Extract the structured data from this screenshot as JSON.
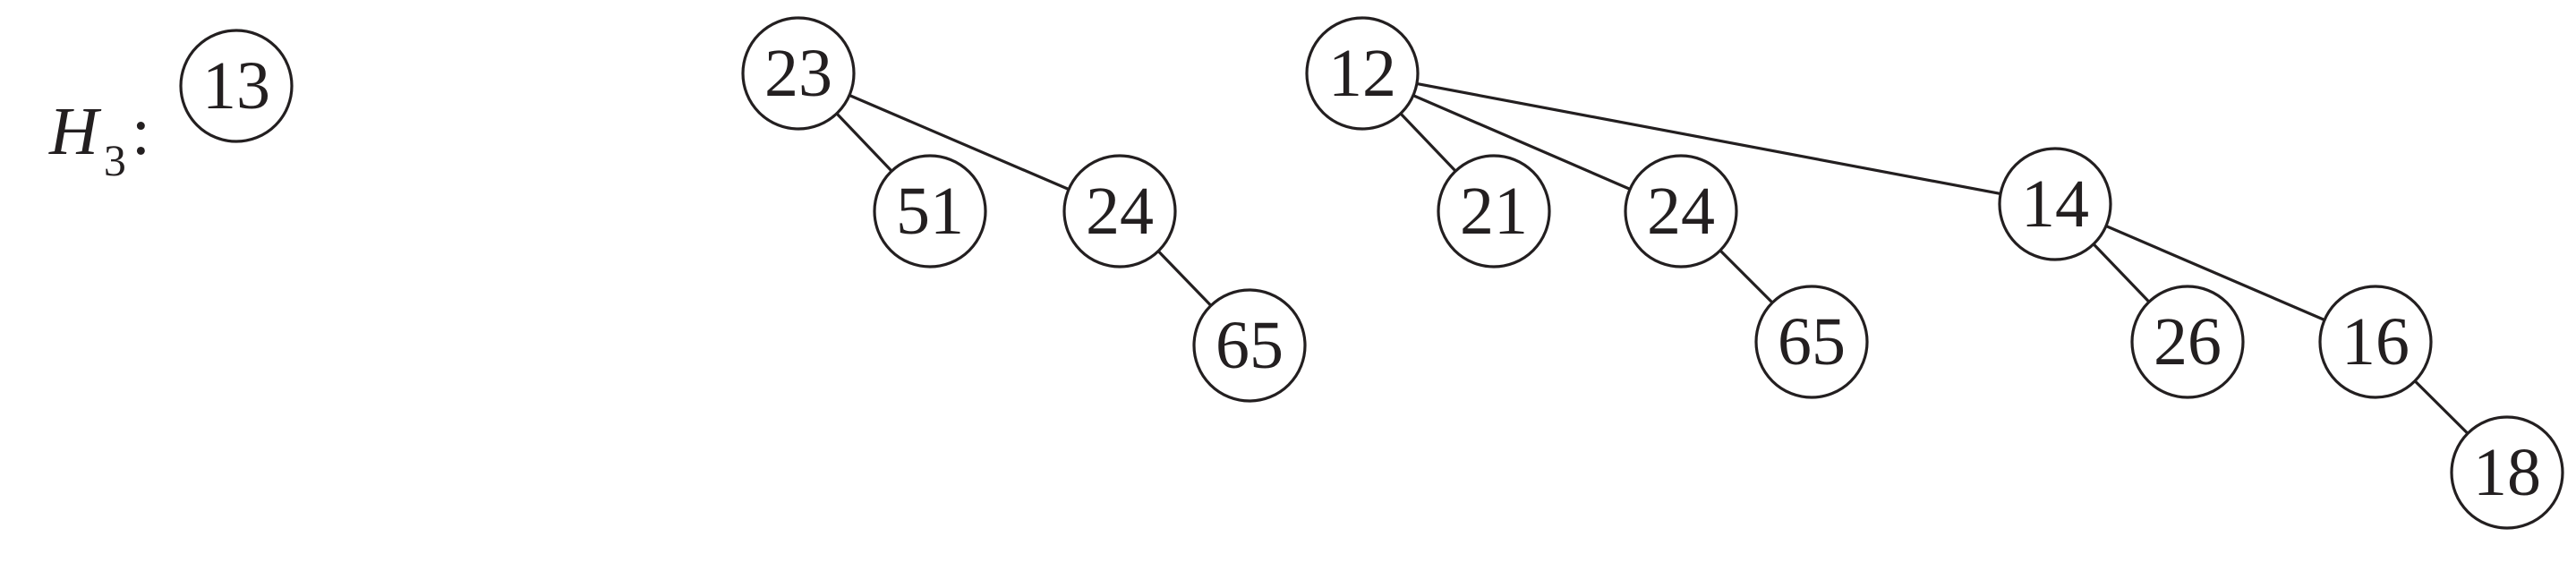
{
  "heap_label": {
    "name": "H",
    "subscript": "3",
    "suffix": ":"
  },
  "colors": {
    "ink": "#231f20",
    "background": "#ffffff"
  },
  "trees": [
    {
      "nodes": [
        {
          "id": "a13",
          "key": "13"
        }
      ],
      "edges": []
    },
    {
      "nodes": [
        {
          "id": "b23",
          "key": "23"
        },
        {
          "id": "b51",
          "key": "51"
        },
        {
          "id": "b24",
          "key": "24"
        },
        {
          "id": "b65",
          "key": "65"
        }
      ],
      "edges": [
        [
          "b23",
          "b51"
        ],
        [
          "b23",
          "b24"
        ],
        [
          "b24",
          "b65"
        ]
      ]
    },
    {
      "nodes": [
        {
          "id": "c12",
          "key": "12"
        },
        {
          "id": "c21",
          "key": "21"
        },
        {
          "id": "c24",
          "key": "24"
        },
        {
          "id": "c65",
          "key": "65"
        },
        {
          "id": "c14",
          "key": "14"
        },
        {
          "id": "c26",
          "key": "26"
        },
        {
          "id": "c16",
          "key": "16"
        },
        {
          "id": "c18",
          "key": "18"
        }
      ],
      "edges": [
        [
          "c12",
          "c21"
        ],
        [
          "c12",
          "c24"
        ],
        [
          "c12",
          "c14"
        ],
        [
          "c24",
          "c65"
        ],
        [
          "c14",
          "c26"
        ],
        [
          "c14",
          "c16"
        ],
        [
          "c16",
          "c18"
        ]
      ]
    }
  ]
}
